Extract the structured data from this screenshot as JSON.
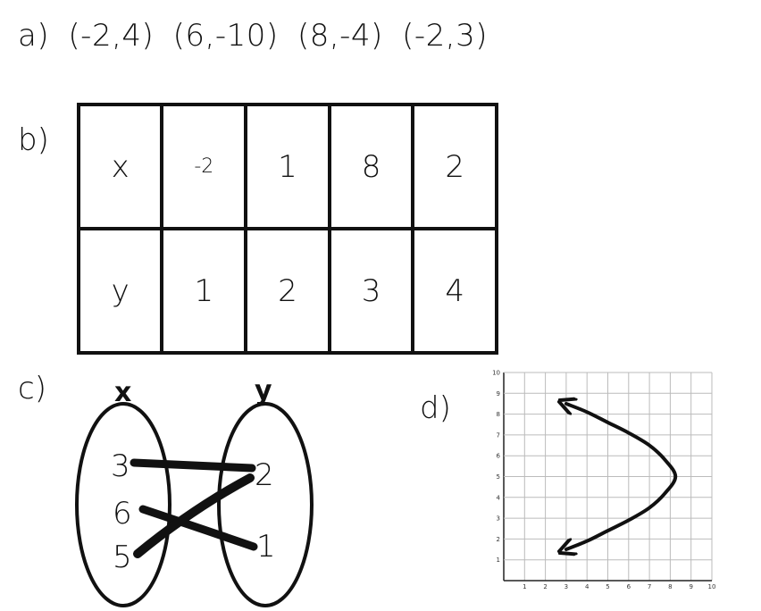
{
  "part_a": {
    "label": "a)",
    "points": [
      "(-2,4)",
      "(6,-10)",
      "(8,-4)",
      "(-2,3)"
    ]
  },
  "part_b": {
    "label": "b)",
    "rows": [
      {
        "header": "x",
        "cells": [
          "-2",
          "1",
          "8",
          "2"
        ]
      },
      {
        "header": "y",
        "cells": [
          "1",
          "2",
          "3",
          "4"
        ]
      }
    ]
  },
  "part_c": {
    "label": "c)",
    "x_header": "x",
    "y_header": "y",
    "x_values": [
      "3",
      "6",
      "5"
    ],
    "y_values": [
      "2",
      "1"
    ],
    "arrows": [
      {
        "from": "3",
        "to": "2"
      },
      {
        "from": "6",
        "to": "1"
      },
      {
        "from": "5",
        "to": "2"
      }
    ]
  },
  "part_d": {
    "label": "d)"
  },
  "chart_data": {
    "type": "line",
    "title": "",
    "xlabel": "",
    "ylabel": "",
    "xlim": [
      0,
      10
    ],
    "ylim": [
      0,
      10
    ],
    "x_ticks": [
      "1",
      "2",
      "3",
      "4",
      "5",
      "6",
      "7",
      "8",
      "9",
      "10"
    ],
    "y_ticks": [
      "1",
      "2",
      "3",
      "4",
      "5",
      "6",
      "7",
      "8",
      "9",
      "10"
    ],
    "grid": true,
    "series": [
      {
        "x": [
          3,
          4,
          5,
          6,
          7,
          7.75,
          8.25,
          7.75,
          7,
          6,
          5,
          4,
          3
        ],
        "y": [
          8.5,
          8.1,
          7.6,
          7.1,
          6.5,
          5.8,
          5.0,
          4.2,
          3.5,
          2.9,
          2.4,
          1.9,
          1.5
        ],
        "arrow_both_ends": true
      }
    ]
  }
}
